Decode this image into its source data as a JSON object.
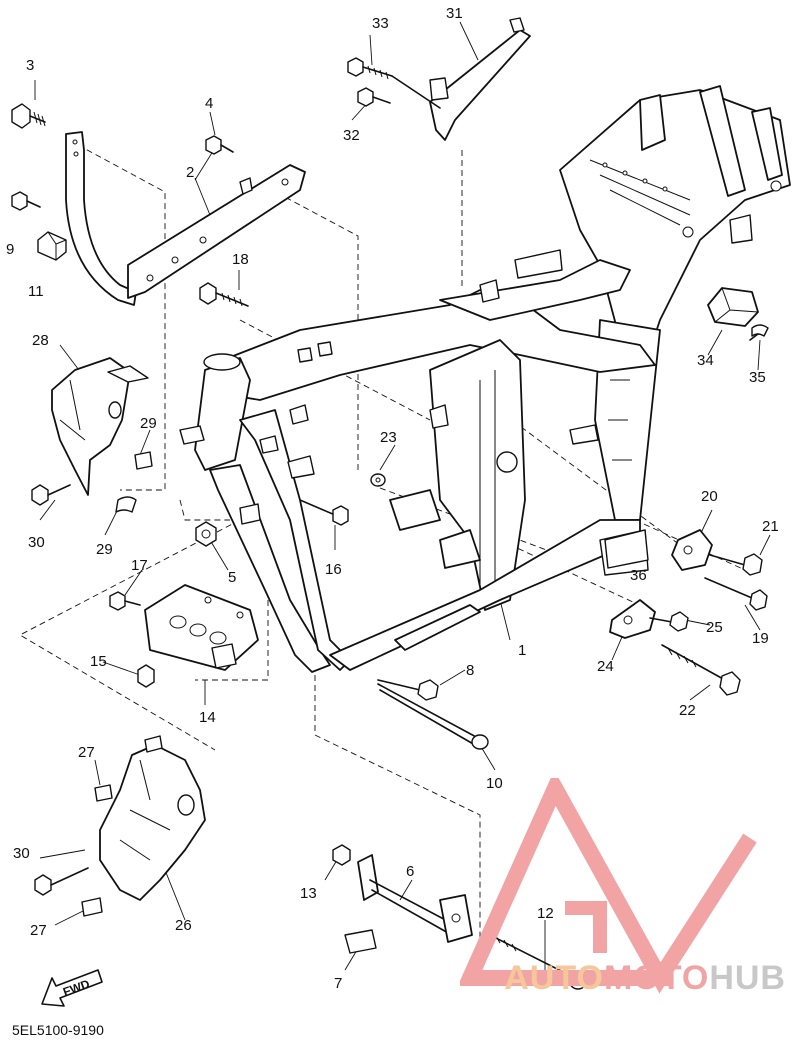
{
  "diagram": {
    "catalog_code": "5EL5100-9190",
    "fwd_label": "FWD",
    "part_callouts": [
      {
        "id": "c1",
        "label": "1"
      },
      {
        "id": "c2",
        "label": "2"
      },
      {
        "id": "c3",
        "label": "3"
      },
      {
        "id": "c4",
        "label": "4"
      },
      {
        "id": "c5",
        "label": "5"
      },
      {
        "id": "c6",
        "label": "6"
      },
      {
        "id": "c7",
        "label": "7"
      },
      {
        "id": "c8",
        "label": "8"
      },
      {
        "id": "c9",
        "label": "9"
      },
      {
        "id": "c10",
        "label": "10"
      },
      {
        "id": "c11",
        "label": "11"
      },
      {
        "id": "c12",
        "label": "12"
      },
      {
        "id": "c13",
        "label": "13"
      },
      {
        "id": "c14",
        "label": "14"
      },
      {
        "id": "c15",
        "label": "15"
      },
      {
        "id": "c16",
        "label": "16"
      },
      {
        "id": "c17",
        "label": "17"
      },
      {
        "id": "c18",
        "label": "18"
      },
      {
        "id": "c19",
        "label": "19"
      },
      {
        "id": "c20",
        "label": "20"
      },
      {
        "id": "c21",
        "label": "21"
      },
      {
        "id": "c22",
        "label": "22"
      },
      {
        "id": "c23",
        "label": "23"
      },
      {
        "id": "c24",
        "label": "24"
      },
      {
        "id": "c25",
        "label": "25"
      },
      {
        "id": "c26",
        "label": "26"
      },
      {
        "id": "c27a",
        "label": "27"
      },
      {
        "id": "c27b",
        "label": "27"
      },
      {
        "id": "c28",
        "label": "28"
      },
      {
        "id": "c29a",
        "label": "29"
      },
      {
        "id": "c29b",
        "label": "29"
      },
      {
        "id": "c30a",
        "label": "30"
      },
      {
        "id": "c30b",
        "label": "30"
      },
      {
        "id": "c31",
        "label": "31"
      },
      {
        "id": "c32",
        "label": "32"
      },
      {
        "id": "c33",
        "label": "33"
      },
      {
        "id": "c34",
        "label": "34"
      },
      {
        "id": "c35",
        "label": "35"
      },
      {
        "id": "c36",
        "label": "36"
      }
    ]
  },
  "watermark": {
    "part1": "AUTO",
    "part2": "MOTO",
    "part3": "HUB",
    "colors": {
      "auto": "#f6c79a",
      "moto": "#f2a4a4",
      "hub": "#c8c8c8",
      "triangle": "#f2a4a4"
    }
  },
  "colors": {
    "line": "#111111",
    "background": "#ffffff"
  }
}
